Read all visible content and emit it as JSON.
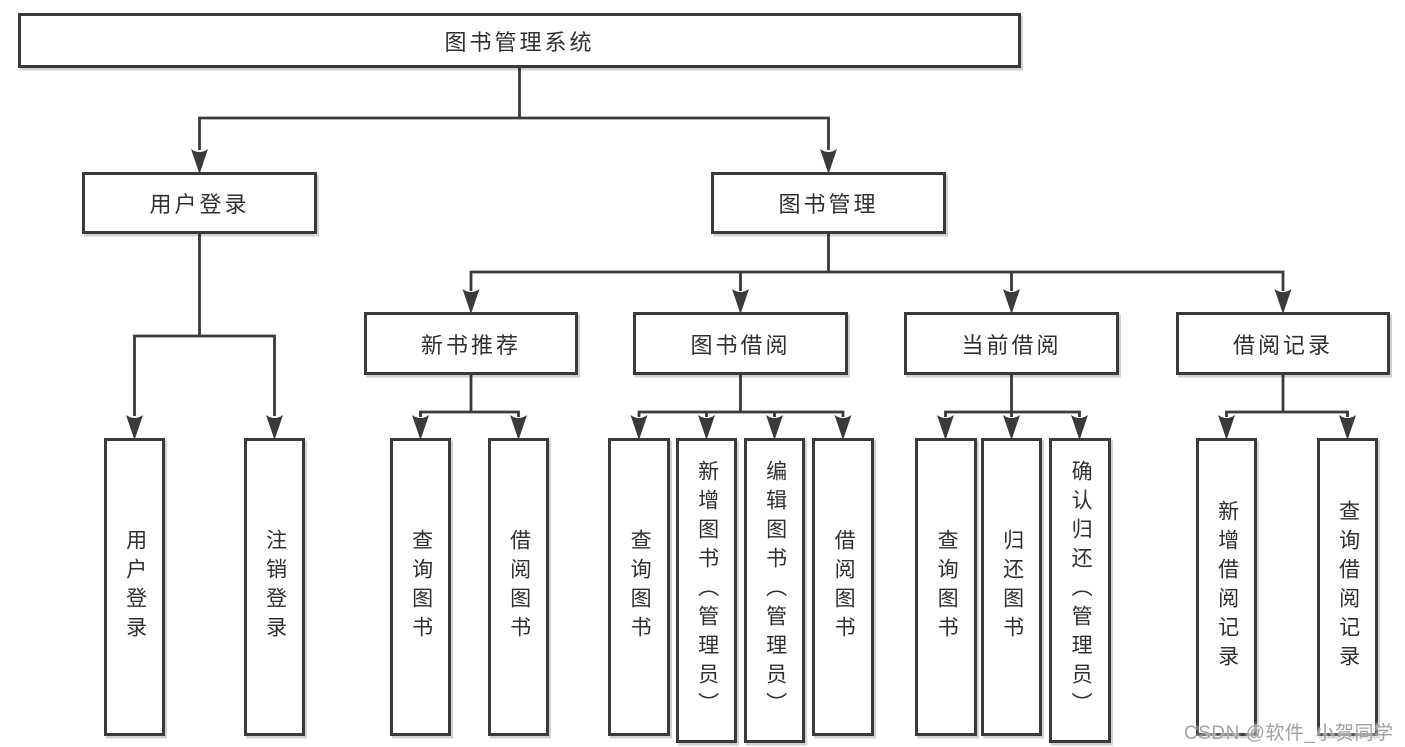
{
  "colors": {
    "background": "#ffffff",
    "line": "#3a3a3a",
    "text": "#2f2f2f",
    "watermark": "#a1a1a1"
  },
  "diagram": {
    "root": {
      "label": "图书管理系统"
    },
    "level2": [
      {
        "label": "用户登录"
      },
      {
        "label": "图书管理"
      }
    ],
    "level3": [
      {
        "label": "新书推荐"
      },
      {
        "label": "图书借阅"
      },
      {
        "label": "当前借阅"
      },
      {
        "label": "借阅记录"
      }
    ],
    "leaves": [
      {
        "label": "用户登录",
        "parent": "用户登录"
      },
      {
        "label": "注销登录",
        "parent": "用户登录"
      },
      {
        "label": "查询图书",
        "parent": "新书推荐"
      },
      {
        "label": "借阅图书",
        "parent": "新书推荐"
      },
      {
        "label": "查询图书",
        "parent": "图书借阅"
      },
      {
        "label": "新增图书（管理员）",
        "parent": "图书借阅"
      },
      {
        "label": "编辑图书（管理员）",
        "parent": "图书借阅"
      },
      {
        "label": "借阅图书",
        "parent": "图书借阅"
      },
      {
        "label": "查询图书",
        "parent": "当前借阅"
      },
      {
        "label": "归还图书",
        "parent": "当前借阅"
      },
      {
        "label": "确认归还（管理员）",
        "parent": "当前借阅"
      },
      {
        "label": "新增借阅记录",
        "parent": "借阅记录"
      },
      {
        "label": "查询借阅记录",
        "parent": "借阅记录"
      }
    ]
  },
  "watermark": {
    "text": "CSDN @软件_小贺同学"
  }
}
